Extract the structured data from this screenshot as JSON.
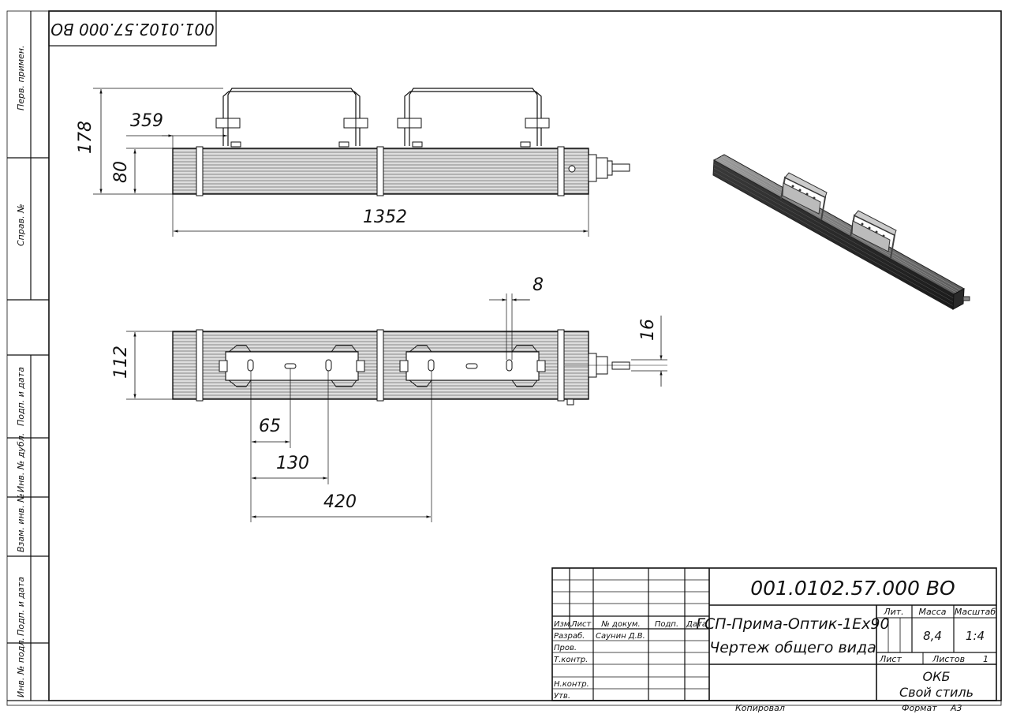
{
  "stamp_code_rotated": "001.0102.57.000 ВО",
  "side_labels": {
    "perv_primen": "Перв. примен.",
    "sprav_no": "Справ. №",
    "podp_data_1": "Подп. и дата",
    "inv_dubl": "Инв. № дубл.",
    "vzam_inv": "Взам. инв. №",
    "podp_data_2": "Подп. и дата",
    "inv_podl": "Инв. № подл."
  },
  "dimensions": {
    "d178": "178",
    "d80": "80",
    "d359": "359",
    "d1352": "1352",
    "d112": "112",
    "d8": "8",
    "d16": "16",
    "d65": "65",
    "d130": "130",
    "d420": "420"
  },
  "title_block": {
    "doc_code": "001.0102.57.000 ВО",
    "name_line1": "ГСП-Прима-Оптик-1Ex90",
    "name_line2": "Чертеж общего вида",
    "col_izm": "Изм.",
    "col_list": "Лист",
    "col_no_dokum": "№ докум.",
    "col_podp": "Подп.",
    "col_data": "Дата",
    "row_razrab": "Разраб.",
    "razrab_name": "Саунин Д.В.",
    "row_prov": "Пров.",
    "row_tkontr": "Т.контр.",
    "row_nkontr": "Н.контр.",
    "row_utv": "Утв.",
    "lit_label": "Лит.",
    "massa_label": "Масса",
    "masshtab_label": "Масштаб",
    "massa_value": "8,4",
    "masshtab_value": "1:4",
    "list_label": "Лист",
    "listov_label": "Листов",
    "listov_value": "1",
    "org_line1": "ОКБ",
    "org_line2": "Свой стиль",
    "kopiroval": "Копировал",
    "format_label": "Формат",
    "format_value": "А3"
  }
}
